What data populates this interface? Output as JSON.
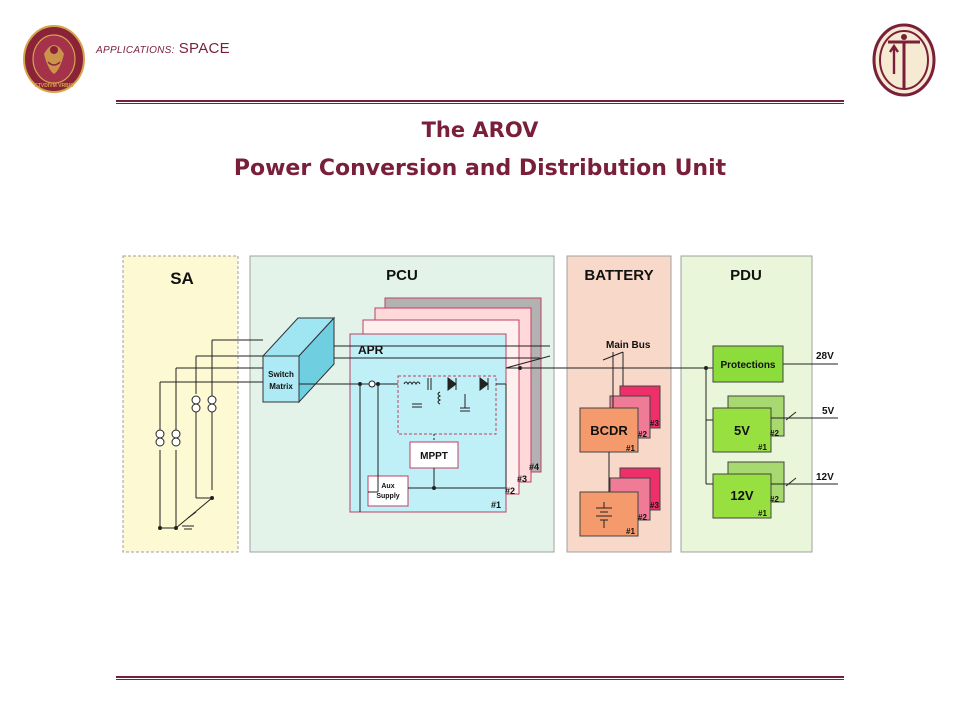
{
  "header": {
    "section_prefix": "APPLICATIONS:",
    "section_name": "SPACE",
    "logo_left_text": "STVDIVM VRBIS"
  },
  "title": {
    "line1": "The AROV",
    "line2": "Power Conversion and Distribution Unit"
  },
  "diagram": {
    "blocks": {
      "sa": "SA",
      "pcu": "PCU",
      "battery": "BATTERY",
      "pdu": "PDU"
    },
    "switch_matrix": [
      "Switch",
      "Matrix"
    ],
    "apr": "APR",
    "mppt": "MPPT",
    "aux_supply": [
      "Aux",
      "Supply"
    ],
    "apr_stack_labels": [
      "#1",
      "#2",
      "#3",
      "#4"
    ],
    "main_bus": "Main Bus",
    "bcdr": "BCDR",
    "battery_stack_labels": [
      "#1",
      "#2",
      "#3"
    ],
    "protections": "Protections",
    "outputs": [
      "28V",
      "5V",
      "12V"
    ],
    "converter_5v": "5V",
    "converter_12v": "12V",
    "converter_stack_labels": [
      "#1",
      "#2"
    ]
  },
  "colors": {
    "accent": "#7a1f3a",
    "sa_fill": "#fdf9d2",
    "pcu_fill": "#e3f3e9",
    "battery_fill": "#f8d8c9",
    "pdu_fill": "#eaf6d9",
    "apr_fill": "#bff0f7",
    "bcdr_fill": "#f59a6c",
    "battery_back_fill": "#ee2f6a",
    "protections_fill": "#8cdc3b",
    "converter_fill": "#98e040"
  }
}
